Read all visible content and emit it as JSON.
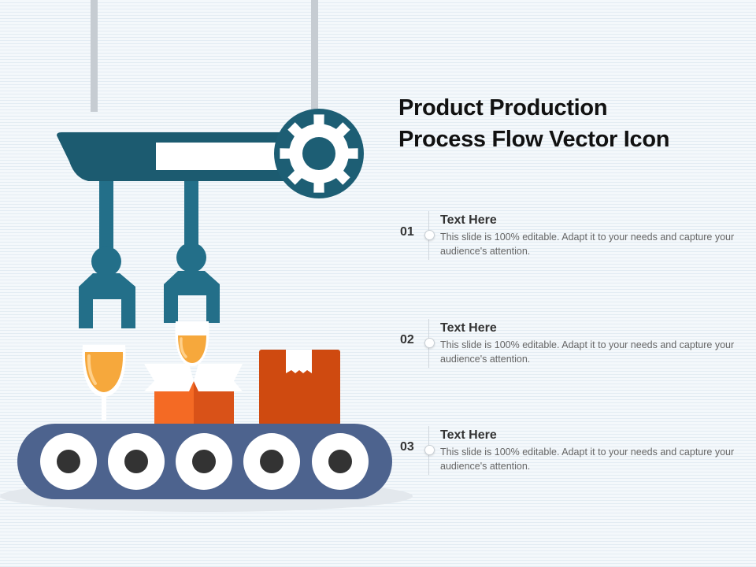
{
  "title": {
    "line1": "Product Production",
    "line2": "Process Flow Vector Icon"
  },
  "steps": [
    {
      "number": "01",
      "heading": "Text Here",
      "body": "This slide is 100% editable. Adapt it to your needs and capture your audience's attention."
    },
    {
      "number": "02",
      "heading": "Text Here",
      "body": "This slide is 100% editable. Adapt it to your needs and capture your audience's attention."
    },
    {
      "number": "03",
      "heading": "Text Here",
      "body": "This slide is 100% editable. Adapt it to your needs and capture your audience's attention."
    }
  ],
  "illustration": {
    "icons": [
      "robotic-arm-icon",
      "gear-icon",
      "gripper-icon",
      "wine-glass-icon",
      "open-box-icon",
      "closed-box-icon",
      "conveyor-belt-icon"
    ],
    "colors": {
      "arm_dark": "#1c5b70",
      "arm_teal": "#236f89",
      "gear_bg": "#1d5e74",
      "rod": "#c6ccd2",
      "belt": "#4d638e",
      "roller_center": "#333333",
      "glass_fill": "#f6a83c",
      "open_box_front": "#f46a24",
      "open_box_side": "#d95218",
      "closed_box": "#cf4a10",
      "box_lid": "#ffffff"
    }
  }
}
